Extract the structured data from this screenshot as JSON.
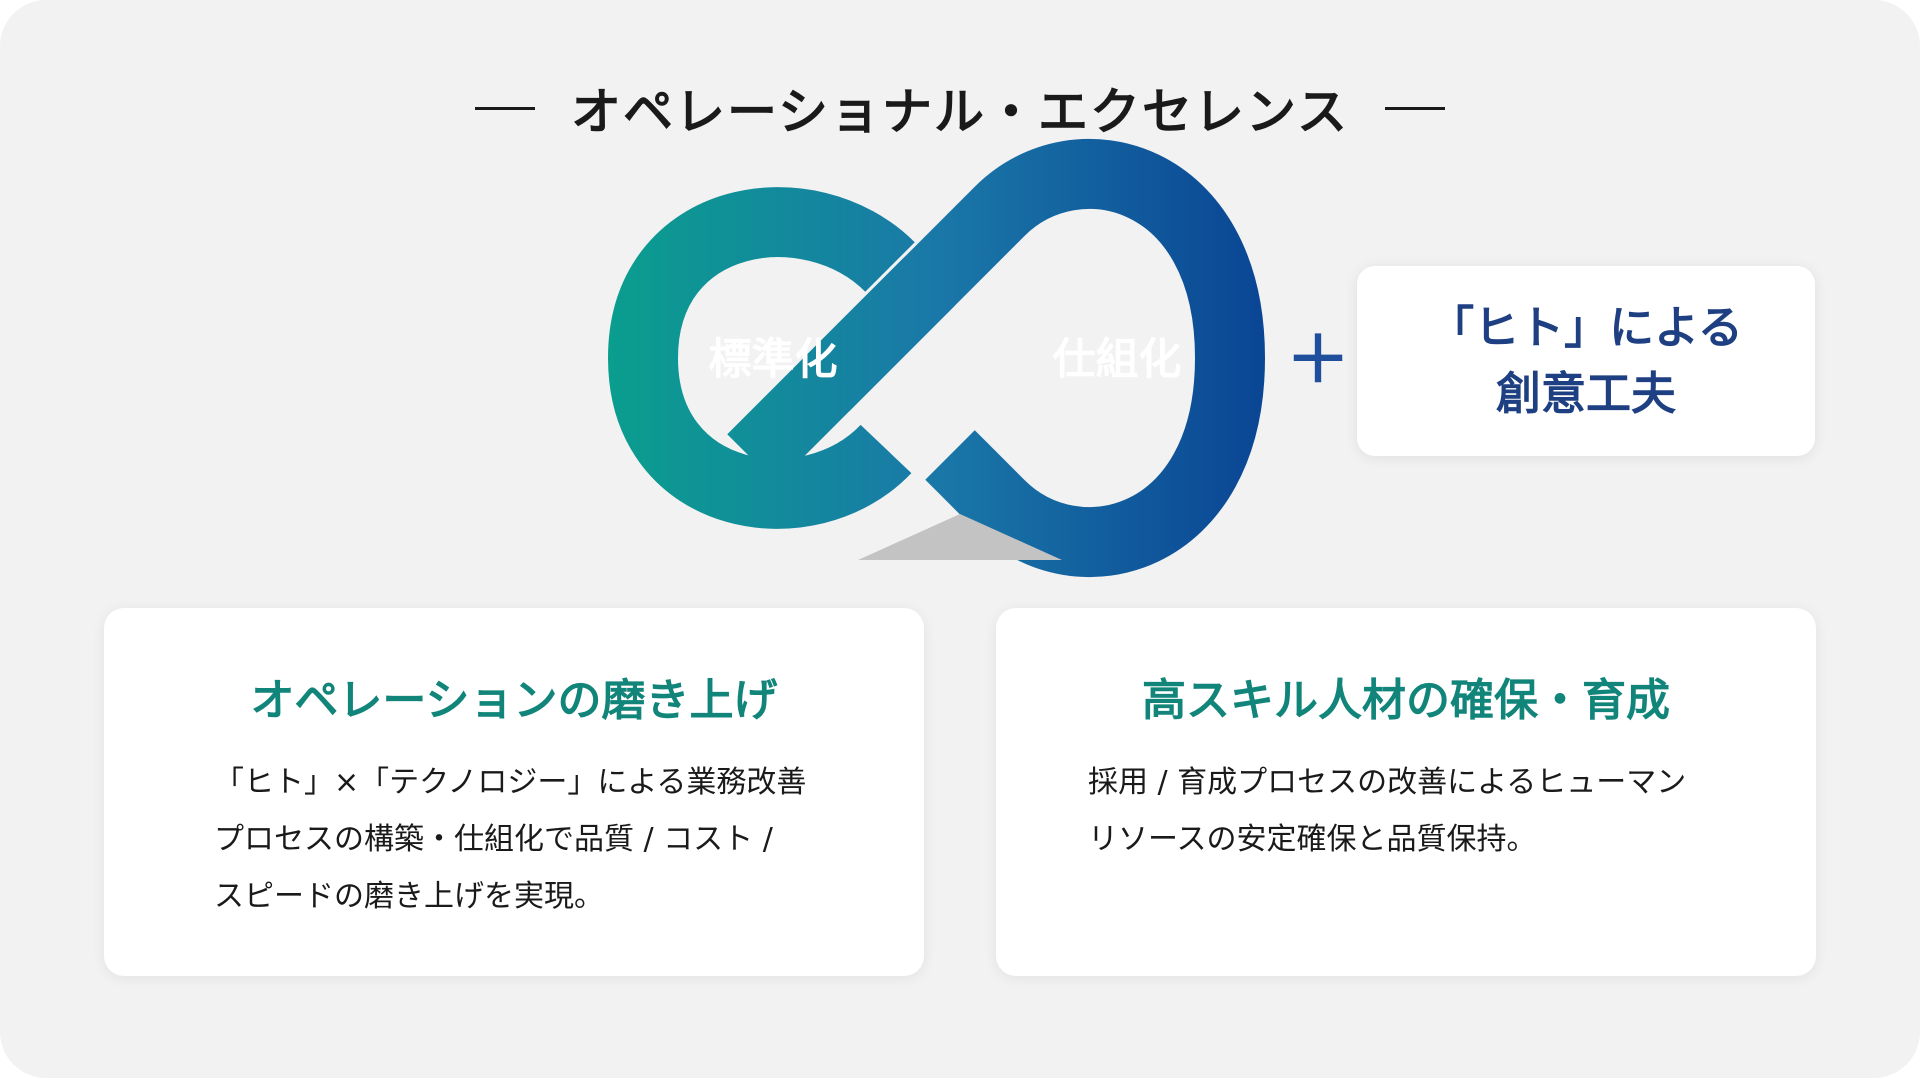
{
  "title": "オペレーショナル・エクセレンス",
  "loop": {
    "left_label": "標準化",
    "right_label": "仕組化",
    "plus_sign": "＋",
    "colors": {
      "teal": "#0a9e8e",
      "mid": "#1a78a8",
      "navy": "#0a4594"
    }
  },
  "human_box": {
    "line1": "「ヒト」による",
    "line2": "創意工夫"
  },
  "cards": [
    {
      "title": "オペレーションの磨き上げ",
      "body": [
        "「ヒト」×「テクノロジー」による業務改善",
        "プロセスの構築・仕組化で品質 / コスト /",
        "スピードの磨き上げを実現。"
      ]
    },
    {
      "title": "高スキル人材の確保・育成",
      "body": [
        "採用 / 育成プロセスの改善によるヒューマン",
        "リソースの安定確保と品質保持。"
      ]
    }
  ]
}
